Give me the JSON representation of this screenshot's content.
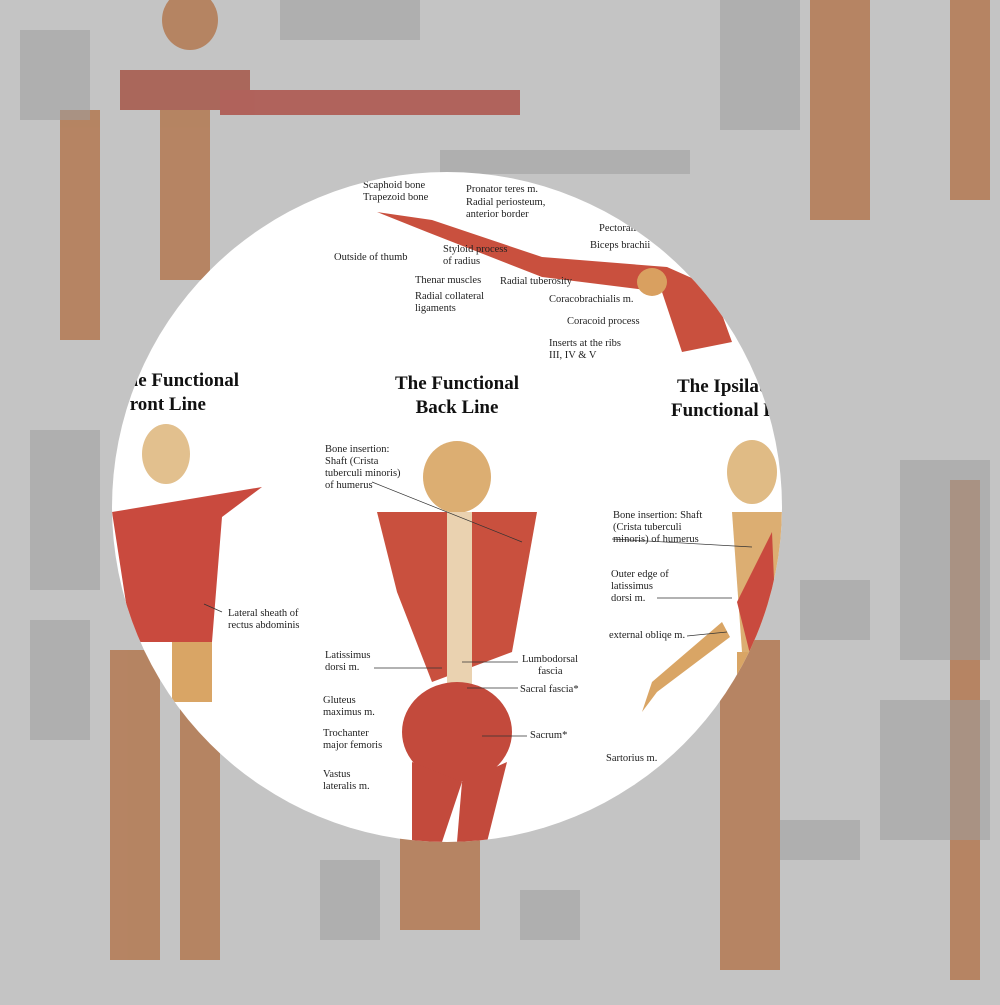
{
  "titles": {
    "front_line": [
      "The Functional",
      "Front Line"
    ],
    "back_line": [
      "The Functional",
      "Back Line"
    ],
    "ipsilateral": [
      "The Ipsilateral",
      "Functional Line"
    ]
  },
  "arm_labels": {
    "scaphoid": "Scaphoid bone",
    "trapezoid": "Trapezoid bone",
    "pronator": "Pronator teres m.",
    "radial_periosteum": "Radial periosteum,",
    "anterior_border": "anterior border",
    "pectoralis": "Pectoralis",
    "biceps": "Biceps brachii",
    "outside_thumb": "Outside of thumb",
    "styloid_1": "Styloid process",
    "styloid_2": "of radius",
    "thenar": "Thenar muscles",
    "radial_tuberosity": "Radial tuberosity",
    "radial_collateral_1": "Radial collateral",
    "radial_collateral_2": "ligaments",
    "coracobrachialis": "Coracobrachialis m.",
    "coracoid": "Coracoid process",
    "inserts_1": "Inserts at the ribs",
    "inserts_2": "III, IV & V"
  },
  "front_labels": {
    "lateral_sheath_1": "Lateral sheath of",
    "lateral_sheath_2": "rectus abdominis"
  },
  "back_labels": {
    "bone_insertion_1": "Bone insertion:",
    "bone_insertion_2": "Shaft (Crista",
    "bone_insertion_3": "tuberculi minoris)",
    "bone_insertion_4": "of humerus",
    "latissimus_1": "Latissimus",
    "latissimus_2": "dorsi m.",
    "lumbodorsal_1": "Lumbodorsal",
    "lumbodorsal_2": "fascia",
    "sacral_fascia": "Sacral fascia*",
    "gluteus_1": "Gluteus",
    "gluteus_2": "maximus m.",
    "sacrum": "Sacrum*",
    "trochanter_1": "Trochanter",
    "trochanter_2": "major femoris",
    "vastus_1": "Vastus",
    "vastus_2": "lateralis m."
  },
  "ipsi_labels": {
    "bone_insertion_1": "Bone insertion: Shaft",
    "bone_insertion_2": "(Crista tuberculi",
    "bone_insertion_3": "minoris) of humerus",
    "outer_edge_1": "Outer edge of",
    "outer_edge_2": "latissimus",
    "outer_edge_3": "dorsi m.",
    "external_oblique": "external obliqe m.",
    "sartorius": "Sartorius m."
  }
}
